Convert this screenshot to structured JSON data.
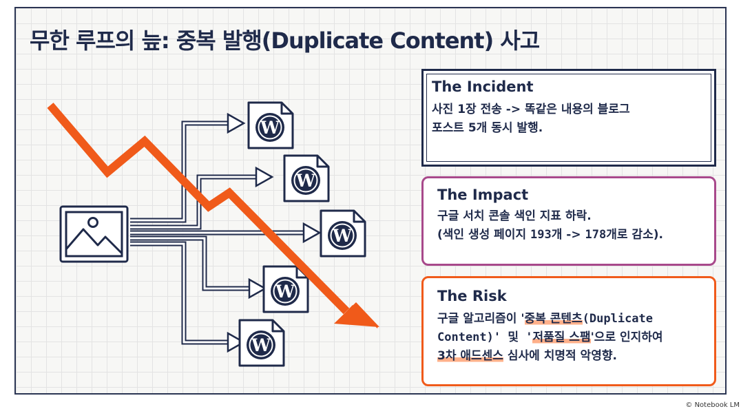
{
  "title": "무한 루프의 늪: 중복 발행(Duplicate Content) 사고",
  "incident": {
    "heading": "The Incident",
    "line1": "사진 1장 전송 -> 똑같은 내용의 블로그",
    "line2": "포스트 5개 동시 발행."
  },
  "impact": {
    "heading": "The Impact",
    "line1": "구글 서치 콘솔 색인 지표 하락.",
    "line2_open": "(색인 생성 페이지 ",
    "pages_before": "193",
    "line2_arrow": "개  -> ",
    "pages_after": "178",
    "line2_close": "개로 감소)."
  },
  "risk": {
    "heading": "The Risk",
    "line1_prefix": "구글 알고리즘이 '",
    "term_duplicate": "중복 콘텐츠",
    "line1_suffix": "(Duplicate",
    "line2_prefix": "Content)' 및 '",
    "term_spam": "저품질 스팸",
    "line2_suffix": "'으로 인지하여",
    "term_adsense": "3차 애드센스",
    "line3_suffix": " 심사에 치명적 악영향."
  },
  "posts": [
    {
      "icon": "wordpress-icon"
    },
    {
      "icon": "wordpress-icon"
    },
    {
      "icon": "wordpress-icon"
    },
    {
      "icon": "wordpress-icon"
    },
    {
      "icon": "wordpress-icon"
    }
  ],
  "source_icon": "image-icon",
  "colors": {
    "navy": "#1f2a4a",
    "orange": "#f05a1a",
    "magenta": "#a8498b",
    "highlight": "#ffb08a"
  },
  "credit": "© Notebook LM"
}
